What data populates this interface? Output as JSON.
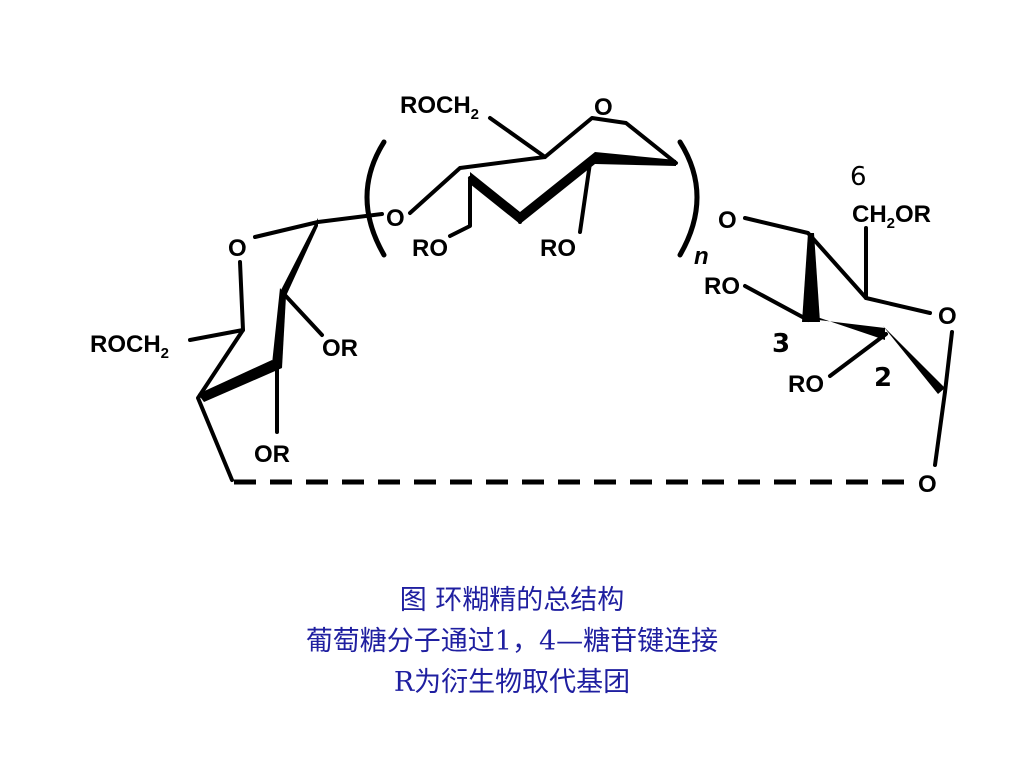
{
  "diagram": {
    "atoms": {
      "roch2_top": "ROCH",
      "sub2_top": "2",
      "o_ring_top": "O",
      "o_link_left": "O",
      "ro_top_left": "RO",
      "ro_top_mid": "RO",
      "subscript_n": "n",
      "o_link_right": "O",
      "num_6": "6",
      "ch2or": "CH",
      "sub2_ch2or": "2",
      "or_ch2or": "OR",
      "ro_right_upper": "RO",
      "o_ring_right": "O",
      "num_3": "3",
      "num_2": "2",
      "ro_right_lower": "RO",
      "o_bottom_right": "O",
      "o_ring_left": "O",
      "roch2_left": "ROCH",
      "sub2_left": "2",
      "or_left_upper": "OR",
      "or_left_lower": "OR"
    }
  },
  "caption": {
    "line1": "图  环糊精的总结构",
    "line2": "葡萄糖分子通过1，4—糖苷键连接",
    "line3": "R为衍生物取代基团"
  }
}
